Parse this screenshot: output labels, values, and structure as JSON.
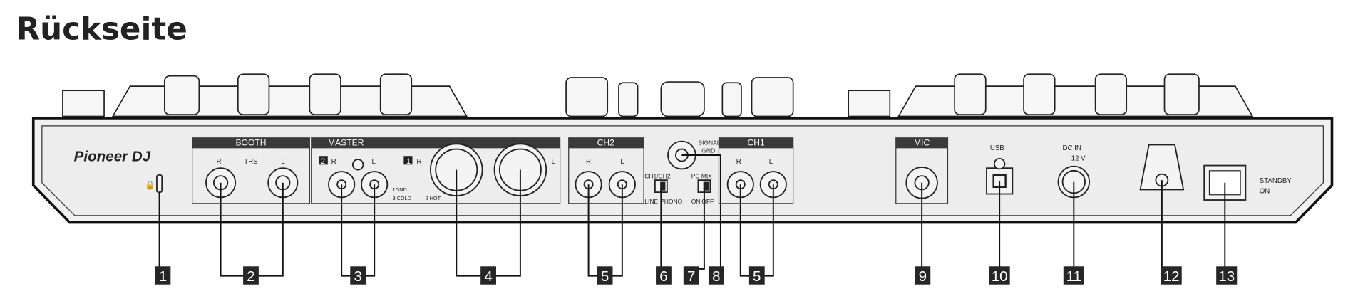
{
  "title": "Rückseite",
  "brand": "Pioneer DJ",
  "sections": {
    "booth": "BOOTH",
    "master": "MASTER",
    "ch2": "CH2",
    "ch1": "CH1",
    "mic": "MIC"
  },
  "panel_text": {
    "r": "R",
    "l": "L",
    "trs": "TRS",
    "master2": "2",
    "master1": "1",
    "xlr_gnd": "1GND",
    "xlr_cold": "3 COLD",
    "xlr_hot": "2 HOT",
    "ch_switch": "CH1/CH2",
    "line": "LINE",
    "phono": "PHONO",
    "pc_mix": "PC MIX",
    "on": "ON",
    "off": "OFF",
    "signal": "SIGNAL",
    "gnd": "GND",
    "usb": "USB",
    "dc_in": "DC IN",
    "dc_voltage": "12 V",
    "standby": "STANDBY",
    "power_on": "ON"
  },
  "callouts": [
    "1",
    "2",
    "3",
    "4",
    "5",
    "6",
    "7",
    "8",
    "5",
    "9",
    "10",
    "11",
    "12",
    "13"
  ]
}
